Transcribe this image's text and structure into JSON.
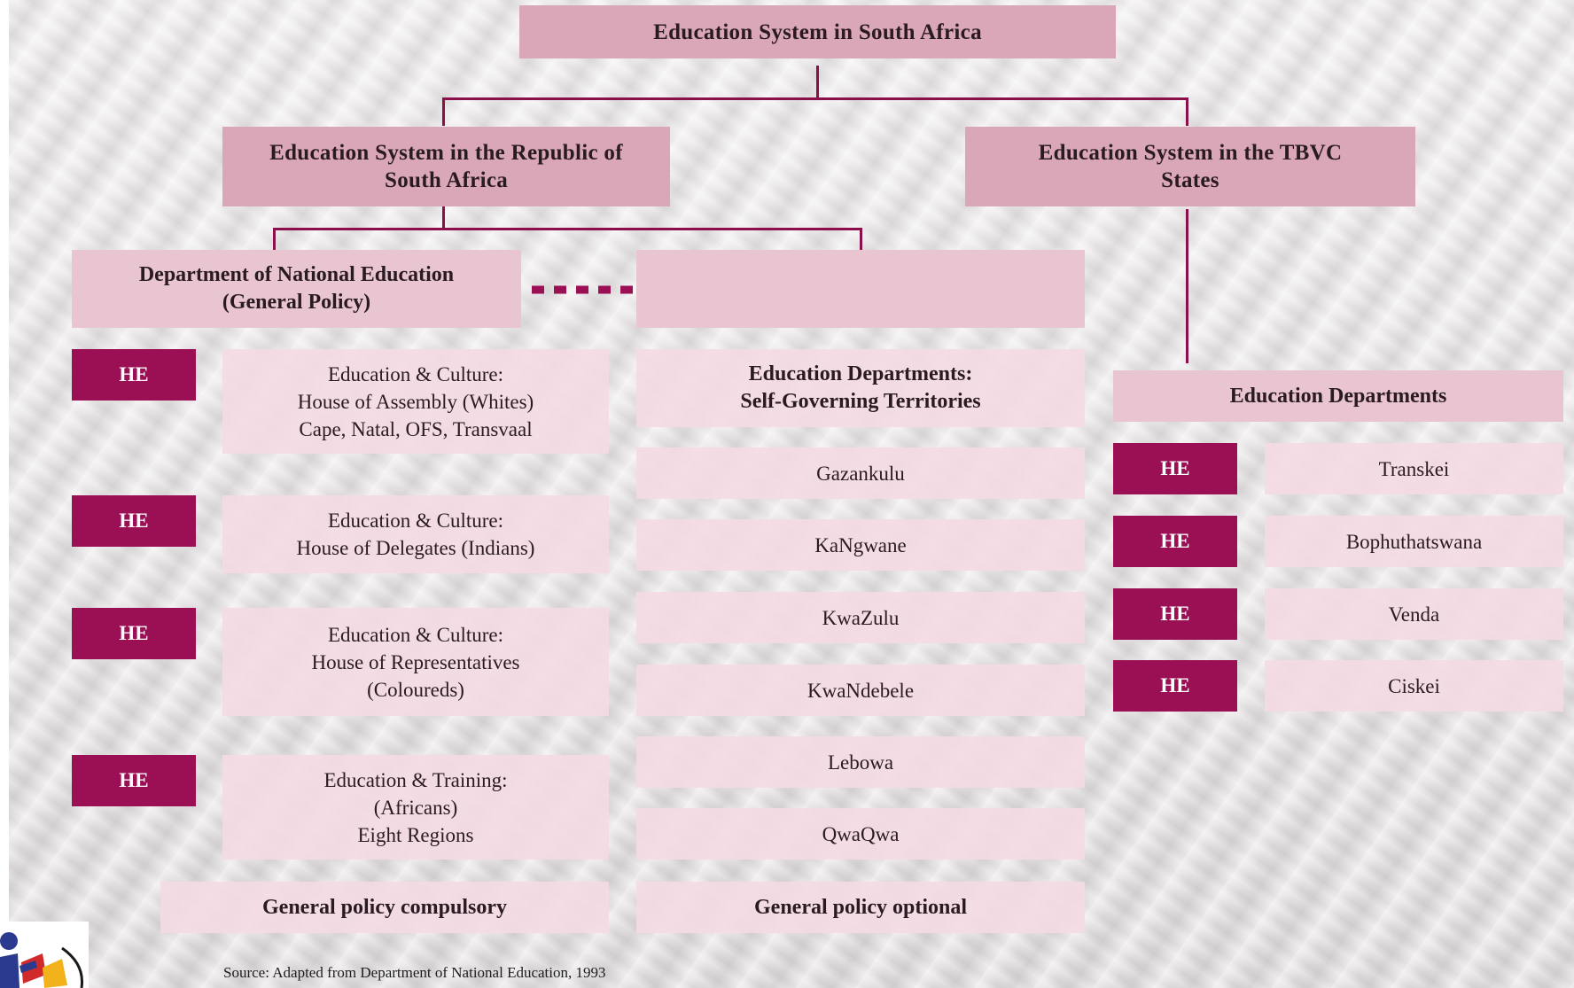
{
  "title": "Education System in South Africa",
  "republic": "Education System in the Republic of South Africa",
  "tbvc": "Education System in the TBVC States",
  "dne": {
    "line1": "Department of National Education",
    "line2": "(General Policy)"
  },
  "he_label": "HE",
  "houses": [
    {
      "lines": [
        "Education & Culture:",
        "House of Assembly (Whites)",
        "Cape, Natal, OFS, Transvaal"
      ]
    },
    {
      "lines": [
        "Education & Culture:",
        "House of Delegates (Indians)"
      ]
    },
    {
      "lines": [
        "Education & Culture:",
        "House of Representatives",
        "(Coloureds)"
      ]
    },
    {
      "lines": [
        "Education & Training:",
        "(Africans)",
        "Eight Regions"
      ]
    }
  ],
  "sgt": {
    "header_line1": "Education Departments:",
    "header_line2": "Self-Governing Territories",
    "items": [
      "Gazankulu",
      "KaNgwane",
      "KwaZulu",
      "KwaNdebele",
      "Lebowa",
      "QwaQwa"
    ]
  },
  "tbvc_depts": {
    "header": "Education Departments",
    "items": [
      "Transkei",
      "Bophuthatswana",
      "Venda",
      "Ciskei"
    ]
  },
  "footer": {
    "compulsory": "General policy compulsory",
    "optional": "General policy optional"
  },
  "source": "Source: Adapted from Department of National Education, 1993",
  "colors": {
    "he_fill": "#9b0f55",
    "connector": "#8a0f4a",
    "dark_box": "#d9a7b7",
    "light_box": "#f4dae3"
  }
}
